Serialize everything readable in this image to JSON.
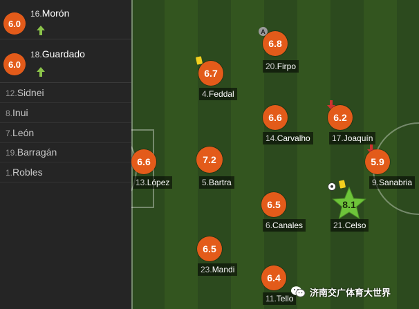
{
  "colors": {
    "rating_badge": "#e35b1a",
    "star": "#6ec43a",
    "yellow_card": "#f2cf1e",
    "sub_in_arrow": "#8bc34a",
    "sub_out_arrow": "#d0332e"
  },
  "substitutes": [
    {
      "rating": "6.0",
      "number": "16.",
      "name": "Morón",
      "icon": "sub-in-arrow-icon"
    },
    {
      "rating": "6.0",
      "number": "18.",
      "name": "Guardado",
      "icon": "sub-in-arrow-icon"
    }
  ],
  "bench": [
    {
      "number": "12.",
      "name": "Sidnei"
    },
    {
      "number": "8.",
      "name": "Inui"
    },
    {
      "number": "7.",
      "name": "León"
    },
    {
      "number": "19.",
      "name": "Barragán"
    },
    {
      "number": "1.",
      "name": "Robles"
    }
  ],
  "players": {
    "firpo": {
      "rating": "6.8",
      "number": "20.",
      "name": "Firpo",
      "icons": [
        "captain-icon"
      ]
    },
    "feddal": {
      "rating": "6.7",
      "number": "4.",
      "name": "Feddal",
      "icons": [
        "yellow-card-icon"
      ]
    },
    "carvalho": {
      "rating": "6.6",
      "number": "14.",
      "name": "Carvalho",
      "icons": []
    },
    "joaquin": {
      "rating": "6.2",
      "number": "17.",
      "name": "Joaquín",
      "icons": [
        "sub-out-arrow-icon"
      ]
    },
    "lopez": {
      "rating": "6.6",
      "number": "13.",
      "name": "López",
      "icons": []
    },
    "bartra": {
      "rating": "7.2",
      "number": "5.",
      "name": "Bartra",
      "icons": []
    },
    "sanabria": {
      "rating": "5.9",
      "number": "9.",
      "name": "Sanabria",
      "icons": [
        "sub-out-arrow-icon"
      ]
    },
    "canales": {
      "rating": "6.5",
      "number": "6.",
      "name": "Canales",
      "icons": []
    },
    "celso": {
      "rating": "8.1",
      "number": "21.",
      "name": "Celso",
      "icons": [
        "goal-ball-icon",
        "yellow-card-icon",
        "man-of-the-match-star-icon"
      ]
    },
    "mandi": {
      "rating": "6.5",
      "number": "23.",
      "name": "Mandi",
      "icons": []
    },
    "tello": {
      "rating": "6.4",
      "number": "11.",
      "name": "Tello",
      "icons": []
    }
  },
  "watermark": {
    "text": "济南交广体育大世界",
    "icon": "wechat-icon"
  }
}
